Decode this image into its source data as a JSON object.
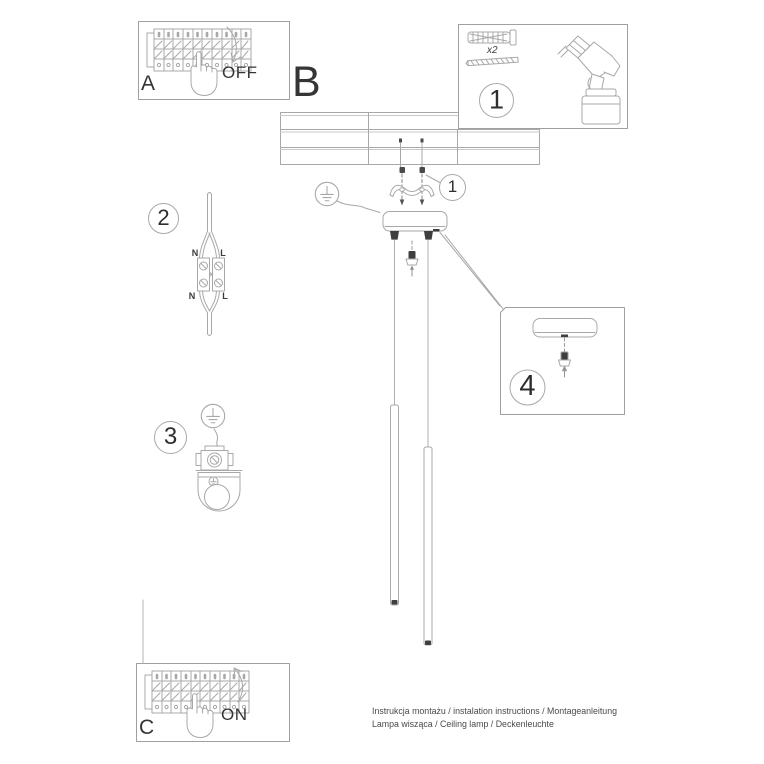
{
  "colors": {
    "line": "#a8a8a8",
    "dark_fill": "#3f3f3f",
    "text": "#353535"
  },
  "sections": {
    "a": {
      "label": "A",
      "action": "OFF"
    },
    "b": {
      "label": "B"
    },
    "c": {
      "label": "C",
      "action": "ON"
    },
    "step1": {
      "number": "1",
      "quantity": "x2"
    },
    "step1_callout": {
      "number": "1"
    },
    "step2": {
      "number": "2",
      "labels": {
        "top_n": "N",
        "top_l": "L",
        "bottom_n": "N",
        "bottom_l": "L"
      }
    },
    "step3": {
      "number": "3"
    },
    "step4": {
      "number": "4"
    }
  },
  "footer": {
    "line1": "Instrukcja montażu / instalation instructions / Montageanleitung",
    "line2": "Lampa wisząca / Ceiling lamp / Deckenleuchte"
  }
}
